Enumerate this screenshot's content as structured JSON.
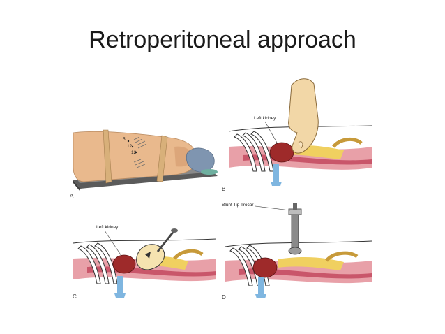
{
  "slide": {
    "title": "Retroperitoneal approach"
  },
  "panels": [
    {
      "letter": "A"
    },
    {
      "letter": "B",
      "annotation": "Left kidney"
    },
    {
      "letter": "C",
      "annotation": "Left kidney"
    },
    {
      "letter": "D",
      "annotation": "Blunt Tip Trocar"
    }
  ],
  "patient_markings": [
    "5",
    "12",
    "12"
  ],
  "colors": {
    "skin": "#e9b98d",
    "strap": "#d8b07a",
    "table": "#5b5b5b",
    "pillow": "#7f95b0",
    "kidney": "#9e2a2a",
    "muscle": "#c9566a",
    "fat": "#f0d060",
    "vessel": "#7fb6e0",
    "rib": "#ffffff"
  }
}
